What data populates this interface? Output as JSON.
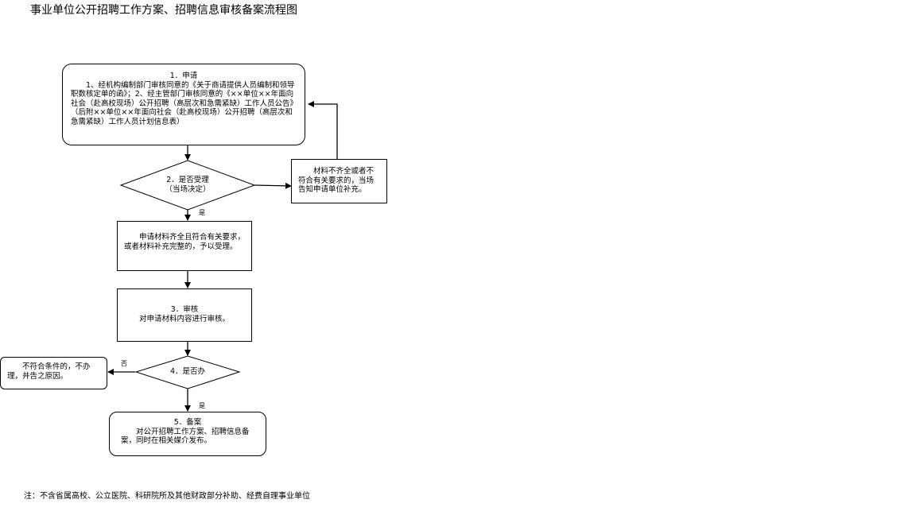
{
  "header": {
    "title": "事业单位公开招聘工作方案、招聘信息审核备案流程图"
  },
  "nodes": {
    "apply": {
      "title": "1．申请",
      "text": "1、经机构编制部门审核同意的《关于商请提供人员编制和领导职数核定单的函》；2、经主管部门审核同意的《××单位××年面向社会（赴高校现场）公开招聘（高层次和急需紧缺）工作人员公告》（后附××单位××年面向社会（赴高校现场）公开招聘（高层次和急需紧缺）工作人员计划信息表）"
    },
    "accept_decision": {
      "title": "2．是否受理",
      "subtitle": "（当场决定）"
    },
    "incomplete": {
      "text": "材料不齐全或者不符合有关要求的，当场告知申请单位补充。"
    },
    "accepted": {
      "text": "申请材料齐全且符合有关要求，或者材料补充完整的，予以受理。"
    },
    "review": {
      "title": "3．审核",
      "text": "对申请材料内容进行审核。"
    },
    "handle_decision": {
      "title": "4．是否办"
    },
    "reject": {
      "text": "不符合条件的，不办理，并告之原因。"
    },
    "record": {
      "title": "5．备案",
      "text": "对公开招聘工作方案、招聘信息备案，同时在相关媒介发布。"
    }
  },
  "edge_labels": {
    "yes_1": "是",
    "yes_2": "是",
    "no": "否"
  },
  "footer": {
    "note": "注：不含省属高校、公立医院、科研院所及其他财政部分补助、经费自理事业单位"
  }
}
